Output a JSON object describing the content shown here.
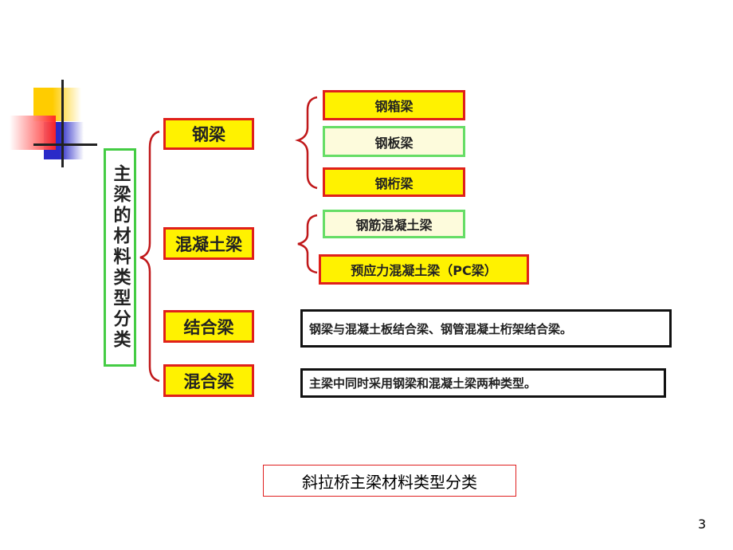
{
  "root": "主梁的材料类型分类",
  "categories": [
    {
      "label": "钢梁",
      "children": [
        "钢箱梁",
        "钢板梁",
        "钢桁梁"
      ]
    },
    {
      "label": "混凝土梁",
      "children": [
        "钢筋混凝土梁",
        "预应力混凝土梁（PC梁）"
      ]
    },
    {
      "label": "结合梁",
      "description": "钢梁与混凝土板结合梁、钢管混凝土桁架结合梁。"
    },
    {
      "label": "混合梁",
      "description": "主梁中同时采用钢梁和混凝土梁两种类型。"
    }
  ],
  "caption": "斜拉桥主梁材料类型分类",
  "page_number": "3",
  "colors": {
    "box_fill": "#fff200",
    "box_border": "#e0201a",
    "green_border": "#66dd66",
    "brace": "#c0181a"
  }
}
